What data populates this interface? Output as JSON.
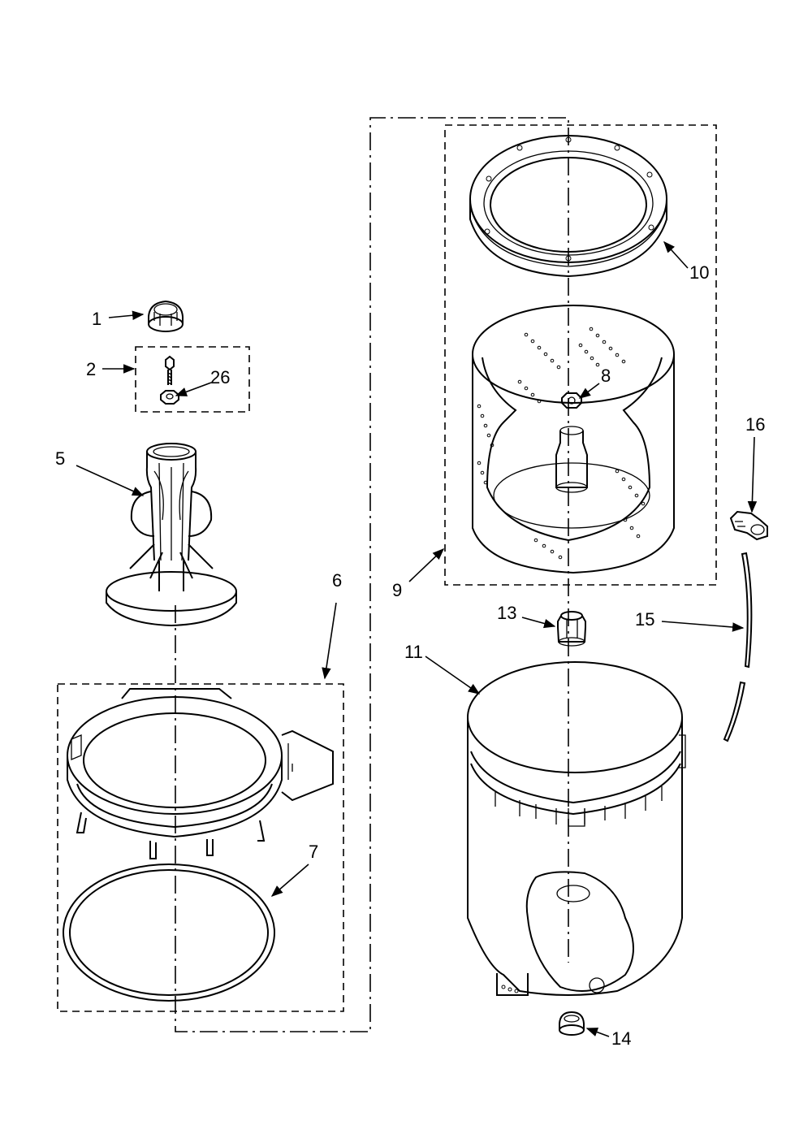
{
  "callouts": {
    "c1": "1",
    "c2": "2",
    "c26": "26",
    "c5": "5",
    "c6": "6",
    "c7": "7",
    "c8": "8",
    "c9": "9",
    "c10": "10",
    "c11": "11",
    "c13": "13",
    "c14": "14",
    "c15": "15",
    "c16": "16"
  }
}
